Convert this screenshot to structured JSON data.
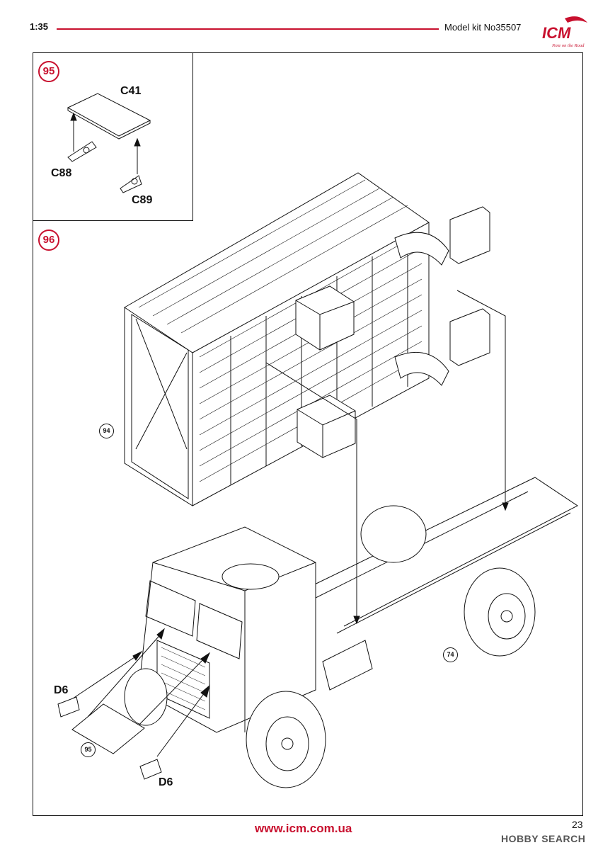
{
  "header": {
    "scale": "1:35",
    "kit_number": "Model kit No35507",
    "brand": "ICM",
    "brand_tagline": "Note on the Road"
  },
  "steps": [
    {
      "number": "95",
      "parts": [
        "C41",
        "C88",
        "C89"
      ]
    },
    {
      "number": "96",
      "parts": [
        "D6",
        "D6"
      ],
      "references": [
        "94",
        "74",
        "95"
      ]
    }
  ],
  "footer": {
    "website": "www.icm.com.ua",
    "page_number": "23",
    "watermark": "HOBBY SEARCH"
  },
  "colors": {
    "accent_red": "#c8102e",
    "line": "#111111"
  }
}
